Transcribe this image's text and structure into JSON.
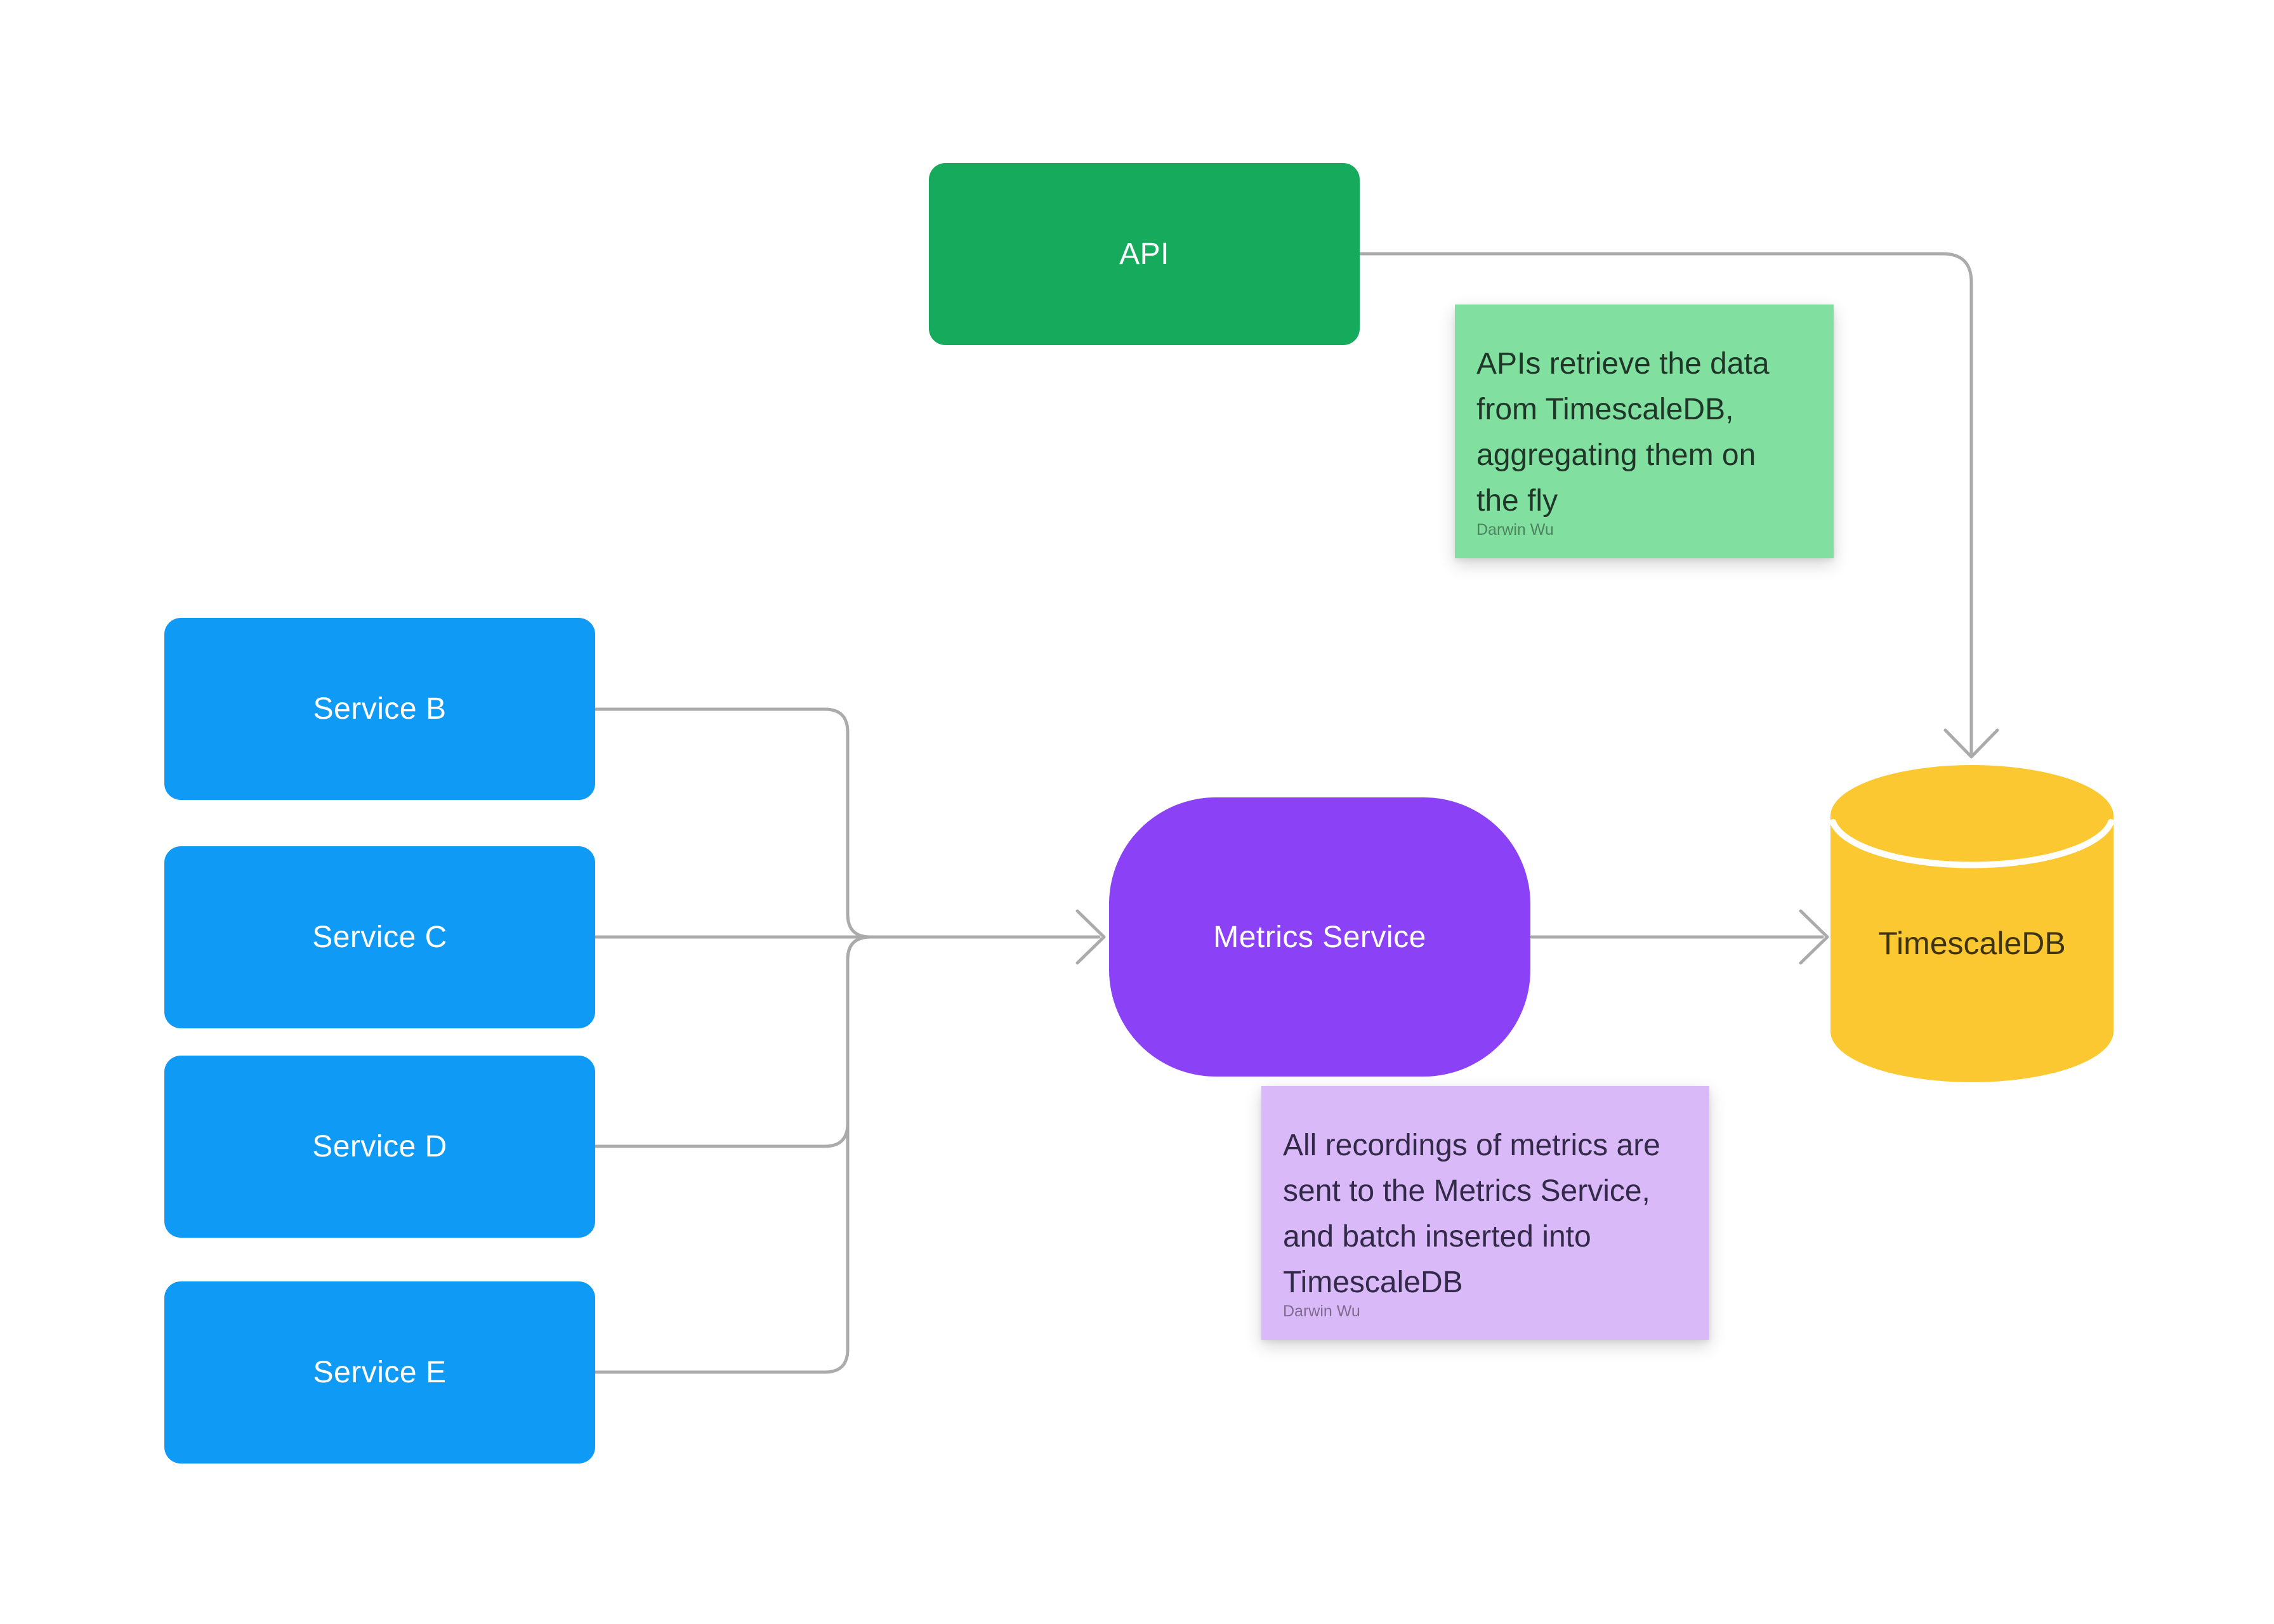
{
  "canvas": {
    "background": "#ffffff"
  },
  "connectors": {
    "color": "#ABABAB",
    "edges": [
      {
        "from": "Service B",
        "to": "Metrics Service"
      },
      {
        "from": "Service C",
        "to": "Metrics Service"
      },
      {
        "from": "Service D",
        "to": "Metrics Service"
      },
      {
        "from": "Service E",
        "to": "Metrics Service"
      },
      {
        "from": "Metrics Service",
        "to": "TimescaleDB"
      },
      {
        "from": "API",
        "to": "TimescaleDB"
      }
    ]
  },
  "nodes": {
    "api": {
      "label": "API",
      "color": "#16AA5C",
      "text_color": "#FFFFFF"
    },
    "services": {
      "color": "#0F9BF5",
      "text_color": "#FFFFFF",
      "items": [
        {
          "label": "Service B"
        },
        {
          "label": "Service C"
        },
        {
          "label": "Service D"
        },
        {
          "label": "Service E"
        }
      ]
    },
    "metrics": {
      "label": "Metrics Service",
      "color": "#8B41F6",
      "text_color": "#FFFFFF"
    },
    "db": {
      "label": "TimescaleDB",
      "color": "#FCC832",
      "text_color": "#3E3510"
    }
  },
  "notes": {
    "api_note": {
      "color": "#81DFA0",
      "text_color": "#1F3629",
      "author_color": "rgba(0,0,0,0.42)",
      "lines": [
        "APIs retrieve the data",
        "from TimescaleDB,",
        "aggregating them on",
        "the fly"
      ],
      "author": "Darwin Wu"
    },
    "metrics_note": {
      "color": "#D9B9F8",
      "text_color": "#322A48",
      "author_color": "rgba(0,0,0,0.42)",
      "lines": [
        "All recordings of metrics are",
        "sent to the Metrics Service,",
        "and batch inserted into",
        "TimescaleDB"
      ],
      "author": "Darwin Wu"
    }
  }
}
